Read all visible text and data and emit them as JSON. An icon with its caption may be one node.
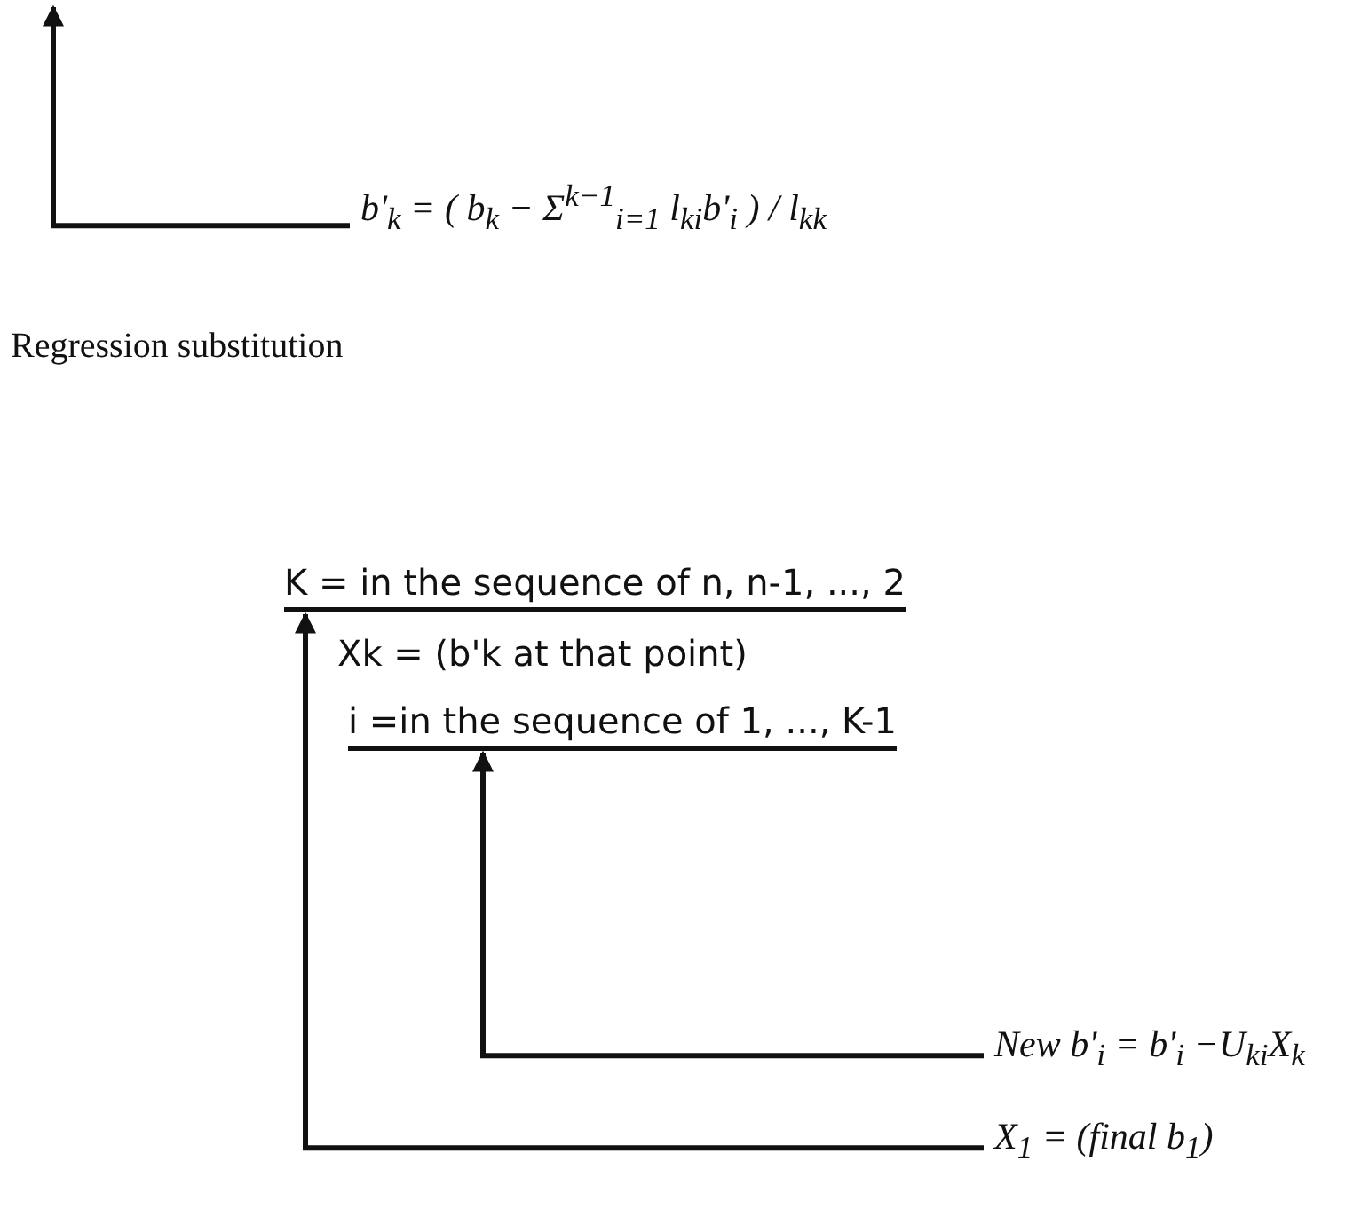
{
  "diagram": {
    "nodes": [
      {
        "text": [
          "b'$_{k}$ = ( b$_{k}$ − Σ$^{k−1}$$_{i=1}$ l$_{ki}$b'$_{i}$ ) / l$_{kk}$"
        ]
      },
      {
        "text": [
          "K = in the sequence of  n, n-1, ..., 2"
        ]
      },
      {
        "text": [
          "i =in the sequence of 1, ..., K-1"
        ]
      },
      {
        "text": [
          "New  b'$_{i}$  =  b'$_{i}$ −U$_{ki}$X$_{k}$"
        ]
      },
      {
        "text": [
          "X$_{1}$  =  (final  b$_{1}$)"
        ]
      }
    ],
    "edges": [
      {
        "from": 0,
        "to": null,
        "arrow": "to"
      },
      {
        "from": 3,
        "to": 2,
        "arrow": "to"
      },
      {
        "from": 4,
        "to": 1,
        "arrow": "to"
      }
    ],
    "labels": [
      "Regression substitution",
      "Xk = (b'k  at that point)"
    ]
  }
}
